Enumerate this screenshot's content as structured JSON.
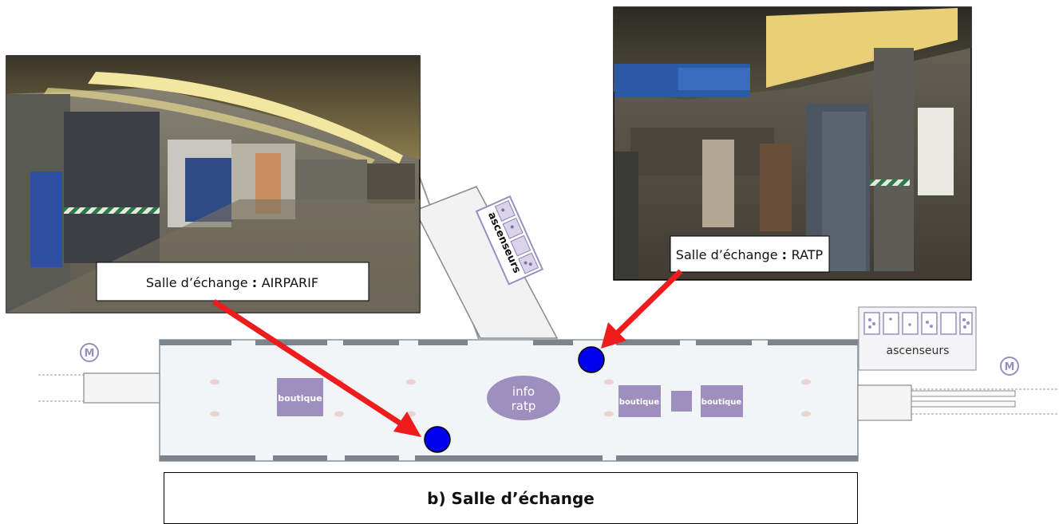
{
  "caption": "b) Salle d’échange",
  "photos": {
    "left_label_prefix": "Salle d’échange ",
    "left_label_sep": ": ",
    "left_label_org": "AIRPARIF",
    "right_label_prefix": "Salle d’échange ",
    "right_label_sep": ": ",
    "right_label_org": "RATP"
  },
  "plan": {
    "metro_left": "M",
    "metro_right": "M",
    "elevator_diag_label": "ascenseurs",
    "elevator_right_label": "ascenseurs",
    "shop_left": "boutique",
    "shop_mid": "boutique",
    "shop_right": "boutique",
    "info_line1": "info",
    "info_line2": "ratp"
  },
  "colors": {
    "arrow": "#ee1c1c",
    "marker": "#0000ee",
    "shop": "#9e8fbf",
    "hall": "#f2f5f8",
    "hall_border": "#808894",
    "metro": "#9b8ec4"
  }
}
